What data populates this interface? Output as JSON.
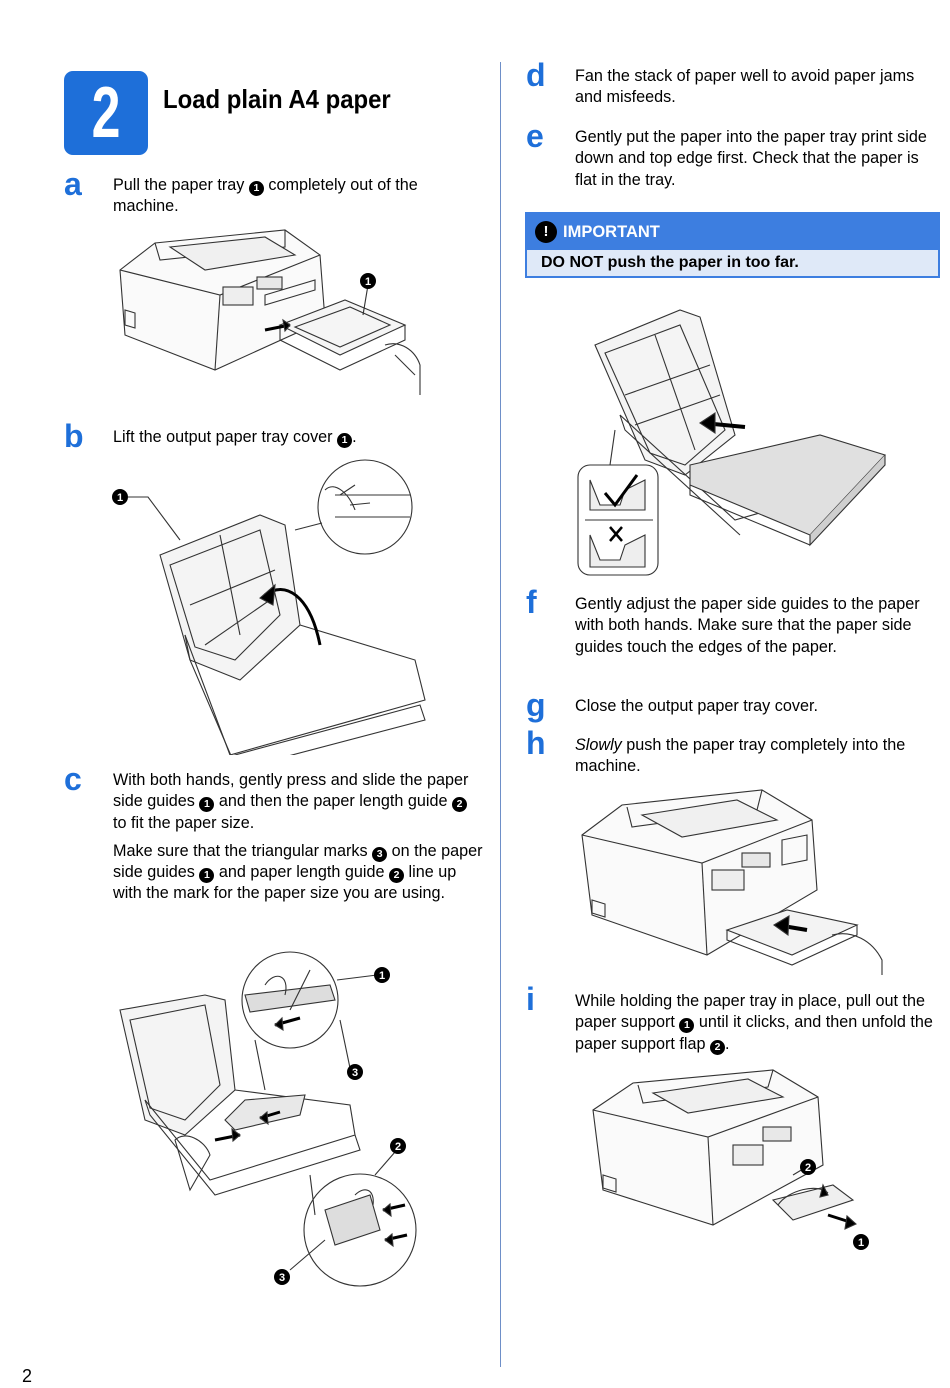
{
  "section": {
    "number": "2",
    "title": "Load plain A4 paper"
  },
  "steps": {
    "a": {
      "letter": "a",
      "parts": [
        "Pull the paper tray ",
        "1",
        " completely out of the machine."
      ]
    },
    "b": {
      "letter": "b",
      "parts": [
        "Lift the output paper tray cover ",
        "1",
        "."
      ]
    },
    "c": {
      "letter": "c",
      "p1": [
        "With both hands, gently press and slide the paper side guides ",
        "1",
        " and then the paper length guide ",
        "2",
        " to fit the paper size."
      ],
      "p2": [
        "Make sure that the triangular marks ",
        "3",
        " on the paper side guides ",
        "1",
        " and paper length guide ",
        "2",
        " line up with the mark for the paper size you are using."
      ]
    },
    "d": {
      "letter": "d",
      "text": "Fan the stack of paper well to avoid paper jams and misfeeds."
    },
    "e": {
      "letter": "e",
      "text": "Gently put the paper into the paper tray print side down and top edge first. Check that the paper is flat in the tray."
    },
    "f": {
      "letter": "f",
      "text": "Gently adjust the paper side guides to the paper with both hands. Make sure that the paper side guides touch the edges of the paper."
    },
    "g": {
      "letter": "g",
      "text": "Close the output paper tray cover."
    },
    "h": {
      "letter": "h",
      "italic": "Slowly",
      "rest": " push the paper tray completely into the machine."
    },
    "i": {
      "letter": "i",
      "parts": [
        "While holding the paper tray in place, pull out the paper support ",
        "1",
        " until it clicks, and then unfold the paper support flap ",
        "2",
        "."
      ]
    }
  },
  "important": {
    "icon": "!",
    "heading": "IMPORTANT",
    "text": "DO NOT push the paper in too far."
  },
  "callouts": {
    "one": "1",
    "two": "2",
    "three": "3"
  },
  "page_number": "2",
  "colors": {
    "accent": "#1e6fd9",
    "important_header": "#3d7ee0",
    "important_body": "#dfe9f8"
  }
}
